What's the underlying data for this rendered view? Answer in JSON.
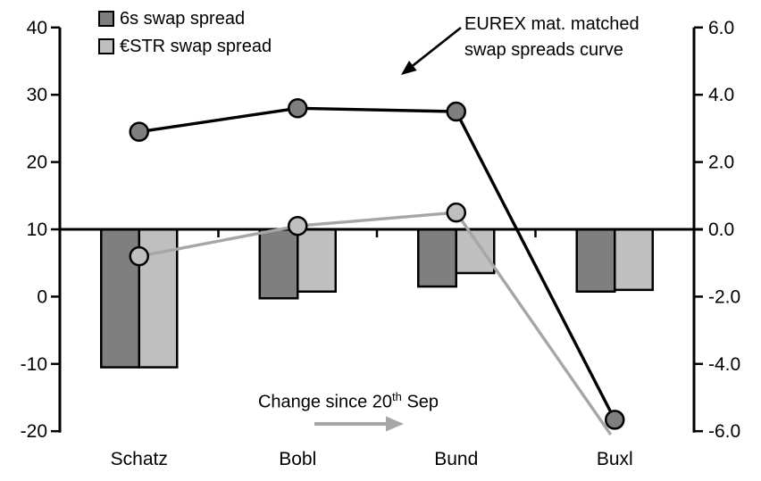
{
  "chart_data": {
    "type": "bar",
    "subtype": "combo-bar-line",
    "categories": [
      "Schatz",
      "Bobl",
      "Bund",
      "Buxl"
    ],
    "left_axis": {
      "tick_values": [
        40,
        30,
        20,
        10,
        0,
        -10,
        -20
      ],
      "tick_labels": [
        "40",
        "30",
        "20",
        "10",
        "0",
        "-10",
        "-20"
      ],
      "min": -20,
      "max": 40
    },
    "right_axis": {
      "tick_values": [
        6,
        4,
        2,
        0,
        -2,
        -4,
        -6
      ],
      "tick_labels": [
        "6.0",
        "4.0",
        "2.0",
        "0.0",
        "-2.0",
        "-4.0",
        "-6.0"
      ],
      "min": -6,
      "max": 6
    },
    "bar_series": [
      {
        "name": "6s swap spread",
        "axis": "right",
        "color": "#7f7f7f",
        "values": [
          -4.1,
          -2.05,
          -1.7,
          -1.85
        ]
      },
      {
        "name": "€STR swap spread",
        "axis": "right",
        "color": "#bfbfbf",
        "values": [
          -4.1,
          -1.85,
          -1.3,
          -1.8
        ]
      }
    ],
    "line_series": [
      {
        "name": "6s swap spread curve",
        "axis": "left",
        "color": "#000000",
        "marker_fill": "#7f7f7f",
        "values": [
          24.5,
          28,
          27.5,
          -18.3
        ],
        "markers": [
          true,
          true,
          true,
          true
        ]
      },
      {
        "name": "€STR swap spread curve",
        "axis": "left",
        "color": "#a6a6a6",
        "marker_fill": "#bfbfbf",
        "values": [
          6,
          10.5,
          12.5,
          -20.5
        ],
        "markers": [
          true,
          true,
          true,
          false
        ]
      }
    ],
    "legend": [
      {
        "label": "6s swap spread",
        "color": "#7f7f7f"
      },
      {
        "label": "€STR swap spread",
        "color": "#bfbfbf"
      }
    ],
    "annotations": {
      "curve_label": [
        "EUREX mat. matched",
        "swap spreads curve"
      ],
      "change_label": {
        "prefix": "Change since 20",
        "sup": "th",
        "suffix": " Sep"
      }
    },
    "layout_hints": {
      "grid": "off",
      "legend_position": "top-left",
      "zero_line": "left 10 aligns with right 0.0"
    }
  }
}
